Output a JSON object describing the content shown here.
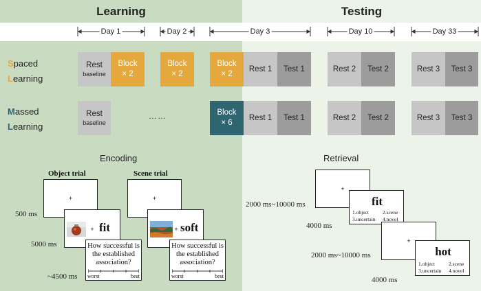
{
  "header": {
    "learning": "Learning",
    "testing": "Testing"
  },
  "days": [
    "Day 1",
    "Day 2",
    "Day 3",
    "Day 10",
    "Day 33"
  ],
  "spaced": {
    "label_cap1": "S",
    "label_rest1": "paced",
    "label_cap2": "L",
    "label_rest2": "earning",
    "rest_baseline": {
      "title": "Rest",
      "sub": "baseline"
    },
    "block_day1": {
      "title": "Block",
      "sub": "× 2"
    },
    "block_day2": {
      "title": "Block",
      "sub": "× 2"
    },
    "block_day3": {
      "title": "Block",
      "sub": "× 2"
    }
  },
  "massed": {
    "label_cap1": "M",
    "label_rest1": "assed",
    "label_cap2": "L",
    "label_rest2": "earning",
    "rest_baseline": {
      "title": "Rest",
      "sub": "baseline"
    },
    "ellipsis": "……",
    "block_day3": {
      "title": "Block",
      "sub": "× 6"
    }
  },
  "tests": {
    "rest1": "Rest 1",
    "test1": "Test 1",
    "rest2": "Rest 2",
    "test2": "Test 2",
    "rest3": "Rest 3",
    "test3": "Test 3"
  },
  "colors": {
    "learning_bg": "#c9dcc1",
    "testing_bg": "#ecf3e8",
    "orange": "#e5a83c",
    "teal": "#2e6571",
    "rest": "#c6c6c6",
    "test": "#9c9c9c"
  },
  "encoding": {
    "title": "Encoding",
    "object_trial": "Object trial",
    "scene_trial": "Scene trial",
    "fixation": "+",
    "word_object": "fit",
    "word_scene": "soft",
    "question": "How successful is the established association?",
    "worst": "worst",
    "best": "best",
    "t500": "500 ms",
    "t5000": "5000 ms",
    "t4500": "~4500 ms"
  },
  "retrieval": {
    "title": "Retrieval",
    "fixation": "+",
    "word1": "fit",
    "word2": "hot",
    "opt_object": "1.object",
    "opt_scene": "2.scene",
    "opt_uncertain": "3.uncertain",
    "opt_novel": "4.novel",
    "t_iti": "2000 ms~10000 ms",
    "t4000": "4000 ms"
  }
}
